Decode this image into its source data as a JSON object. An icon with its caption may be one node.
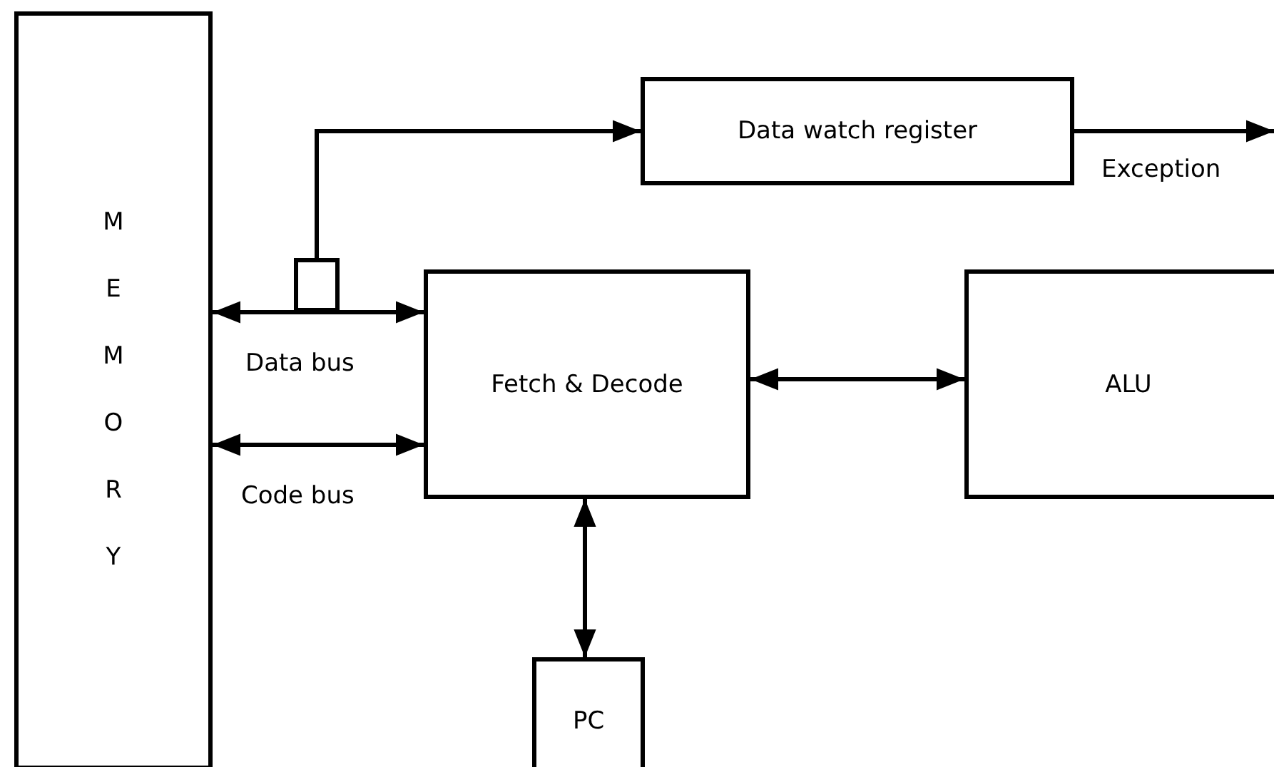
{
  "diagram": {
    "nodes": [
      {
        "text": [
          "MEMORY"
        ]
      },
      {
        "text": [
          "Data watch register"
        ]
      },
      {
        "text": [],
        "shape": "box"
      },
      {
        "text": [
          "Fetch & Decode"
        ]
      },
      {
        "text": [
          "ALU"
        ]
      },
      {
        "text": [
          "PC"
        ]
      }
    ],
    "edges": [
      {
        "from": 0,
        "to": 3,
        "arrow": "both",
        "label": "Data bus"
      },
      {
        "from": 0,
        "to": 3,
        "arrow": "both",
        "label": "Code bus"
      },
      {
        "from": 2,
        "to": 1,
        "arrow": "to"
      },
      {
        "from": 1,
        "to": null,
        "arrow": "to",
        "label": "Exception"
      },
      {
        "from": 3,
        "to": 4,
        "arrow": "both"
      },
      {
        "from": 3,
        "to": 5,
        "arrow": "both"
      }
    ]
  }
}
